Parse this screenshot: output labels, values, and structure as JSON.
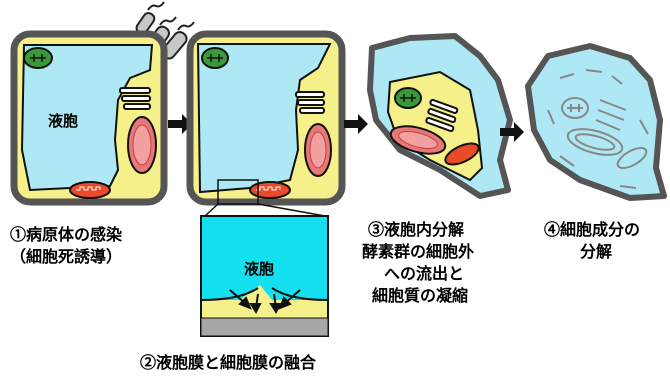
{
  "labels": {
    "vacuole_main": "液胞",
    "vacuole_inset": "液胞"
  },
  "captions": {
    "step1": [
      "①病原体の感染",
      "（細胞死誘導）"
    ],
    "step2": "②液胞膜と細胞膜の融合",
    "step3": [
      "③液胞内分解",
      "酵素群の細胞外",
      "への流出と",
      "細胞質の凝縮"
    ],
    "step4": [
      "④細胞成分の",
      "分解"
    ]
  },
  "colors": {
    "cell_wall": "#555555",
    "cytoplasm": "#f5f08a",
    "vacuole": "#aee8f5",
    "mitochondria": "#e84a2a",
    "chloroplast": "#3a9a3a",
    "nucleus": "#e87878",
    "inset_vacuole": "#14e0f0",
    "inset_wall": "#a6a6a6"
  }
}
